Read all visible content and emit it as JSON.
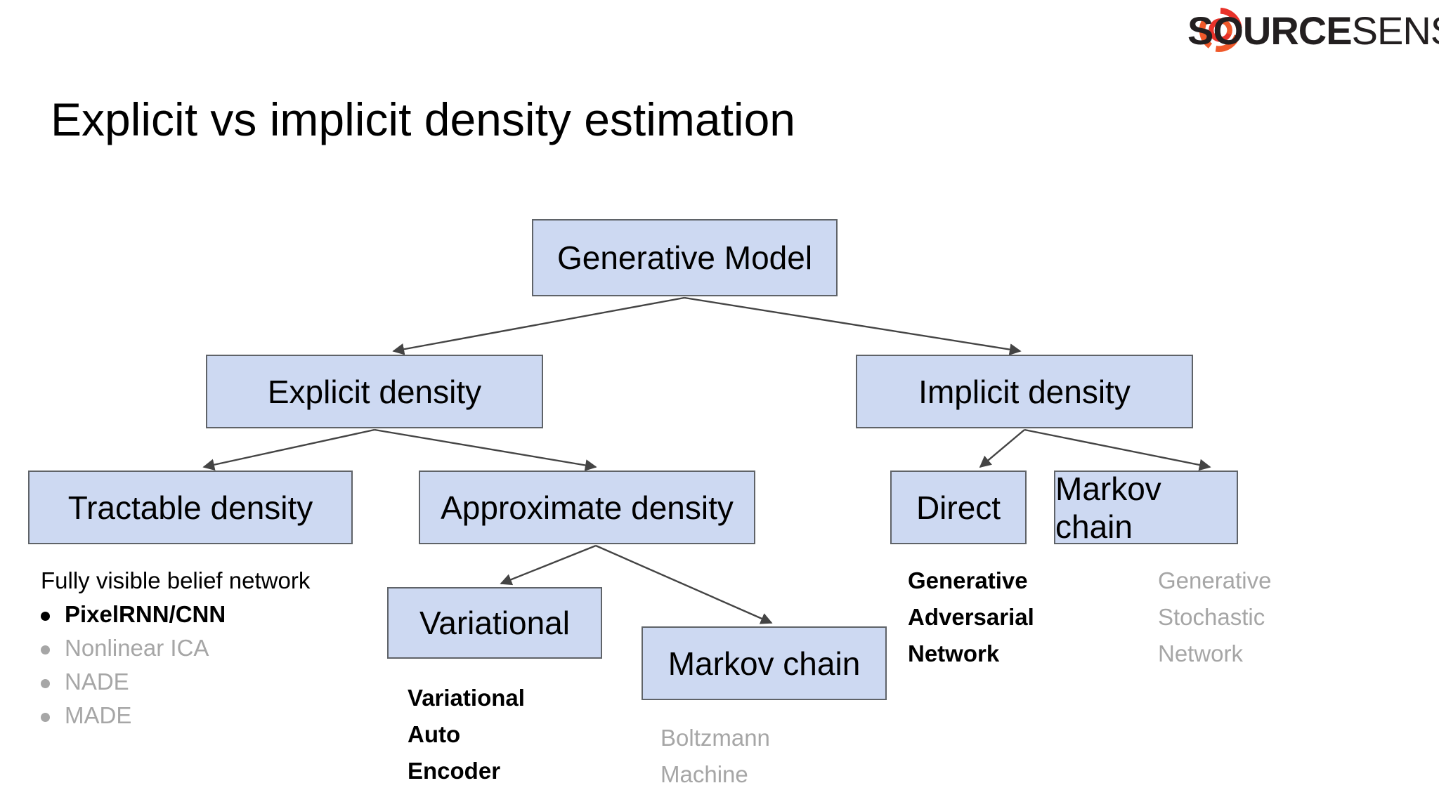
{
  "slide": {
    "title": "Explicit vs implicit density estimation",
    "background_color": "#ffffff"
  },
  "logo": {
    "name": "sourcesense-logo",
    "text_bold": "S",
    "text_o": "O",
    "text_bold_rest": "URCE",
    "text_light": "SENSE",
    "full_text": "SOURCESENSE",
    "mark_color_primary": "#e8322a",
    "mark_color_secondary": "#f0592a",
    "text_color": "#231f20"
  },
  "diagram": {
    "type": "tree",
    "box_fill": "#cdd9f2",
    "box_border": "#5f6368",
    "connector_color": "#444444",
    "nodes": {
      "generative_model": "Generative Model",
      "explicit_density": "Explicit density",
      "implicit_density": "Implicit density",
      "tractable_density": "Tractable density",
      "approximate_density": "Approximate density",
      "direct": "Direct",
      "markov_chain_implicit": "Markov chain",
      "variational": "Variational",
      "markov_chain_approximate": "Markov chain"
    },
    "annotations": {
      "tractable": {
        "heading": "Fully visible belief network",
        "items": [
          {
            "label": "PixelRNN/CNN",
            "style": "bold",
            "color": "#000000"
          },
          {
            "label": "Nonlinear ICA",
            "style": "muted",
            "color": "#a6a6a6"
          },
          {
            "label": "NADE",
            "style": "muted",
            "color": "#a6a6a6"
          },
          {
            "label": "MADE",
            "style": "muted",
            "color": "#a6a6a6"
          }
        ]
      },
      "variational": {
        "line1": "Variational",
        "line2": "Auto",
        "line3": "Encoder",
        "color": "#000000",
        "style": "bold"
      },
      "markov_chain_approximate": {
        "line1": "Boltzmann",
        "line2": "Machine",
        "color": "#a6a6a6",
        "style": "regular"
      },
      "direct": {
        "line1": "Generative",
        "line2": "Adversarial",
        "line3": "Network",
        "color": "#000000",
        "style": "bold"
      },
      "markov_chain_implicit": {
        "line1": "Generative",
        "line2": "Stochastic",
        "line3": "Network",
        "color": "#a6a6a6",
        "style": "regular"
      }
    }
  }
}
